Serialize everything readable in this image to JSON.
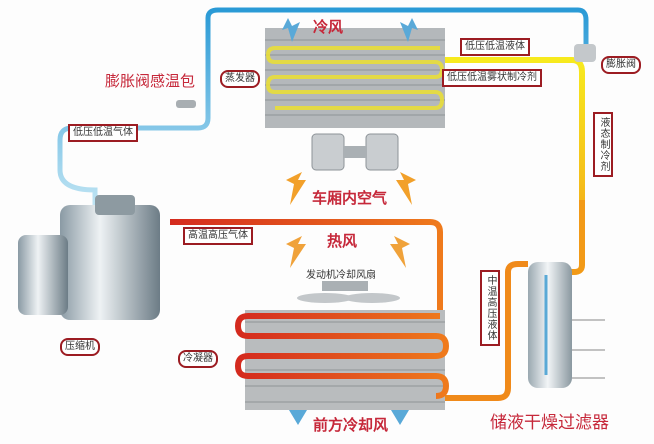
{
  "labels": {
    "cold_air": "冷风",
    "low_pressure_low_temp_liquid": "低压低温液体",
    "expansion_valve": "膨胀阀",
    "low_pressure_low_temp_mist": "低压低温雾状制冷剂",
    "expansion_valve_sensor": "膨胀阀感温包",
    "evaporator": "蒸发器",
    "low_pressure_low_temp_gas": "低压低温气体",
    "liquid_refrigerant": "液态制冷剂",
    "cabin_air": "车厢内空气",
    "high_temp_high_pressure_gas": "高温高压气体",
    "hot_air": "热风",
    "engine_cooling_fan": "发动机冷却风扇",
    "mid_temp_high_pressure_liquid": "中温高压液体",
    "compressor": "压缩机",
    "condenser": "冷凝器",
    "front_cooling_air": "前方冷却风",
    "receiver_drier": "储液干燥过滤器"
  },
  "colors": {
    "cold_pipe": "#2a9ad6",
    "hot_pipe": "#d42a1e",
    "liquid_pipe": "#f5a21a",
    "mist_pipe": "#f5e61a",
    "label_border": "#9c1c22",
    "title_red": "#c6283a"
  }
}
